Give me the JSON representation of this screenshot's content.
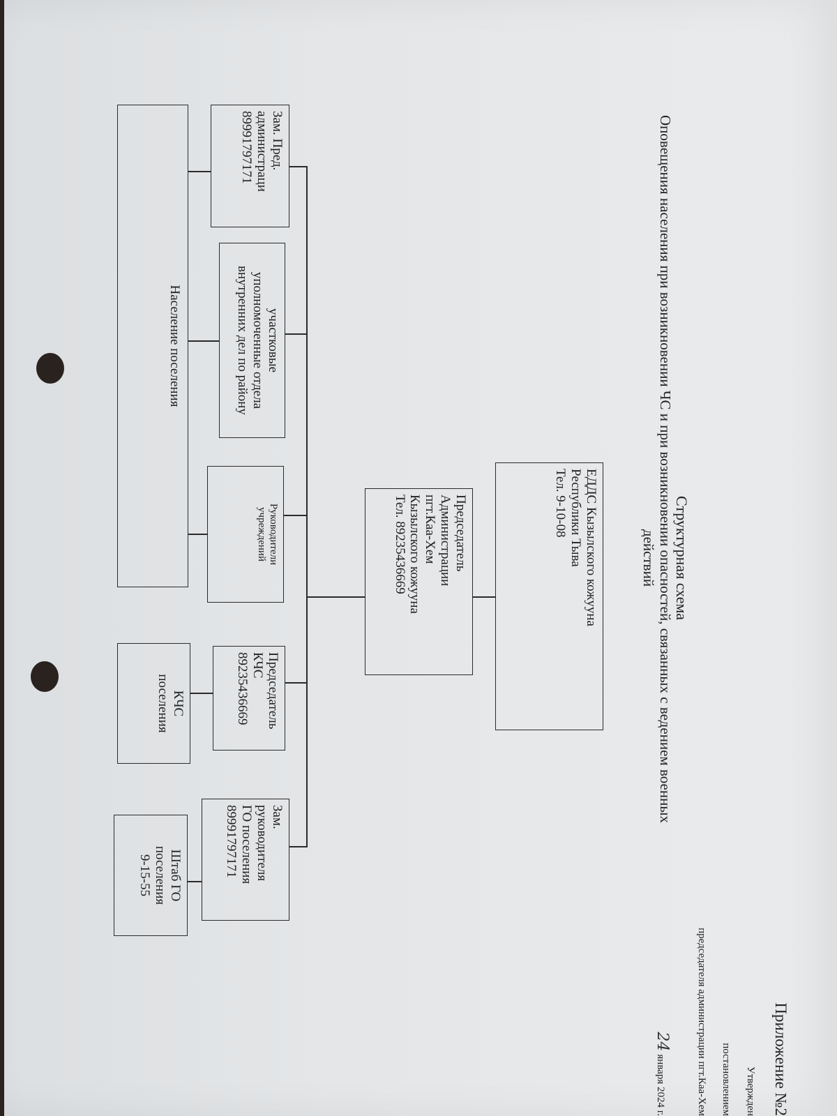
{
  "approval": {
    "appendix": "Приложение №2",
    "approved": "Утвержден",
    "by_decree": "постановлением",
    "of_chairman": "председателя администрации пгт.Каа-Хем",
    "date_day": "24",
    "date_rest": "января 2024 г."
  },
  "heading": {
    "title": "Структурная схема",
    "subtitle_line1": "Оповещения населения при возникновении ЧС и при возникновении опасностей, связанных с ведением военных",
    "subtitle_line2": "действий"
  },
  "boxes": {
    "edds": "ЕДДС Кызылского кожууна\nРеспублики Тыва\nТел. 9-10-08",
    "chairman": "Председатель\nАдминистрации\nпгт.Каа-Хем\nКызылского кожууна\nТел. 89235436669",
    "deputy_admin": "Зам. Пред.\nадминистраци\n89991797171",
    "police": "участковые\nуполномоченные отдела\nвнутренних дел по району",
    "heads": "Руководители\nучреждений",
    "kchs_chairman": "Председатель\nКЧС\n89235436669",
    "deputy_go": "Зам.\nруководителя\nГО поселения\n89991797171",
    "population": "Население поселения",
    "kchs": "КЧС\nпоселения",
    "hq_go": "Штаб ГО\nпоселения\n9-15-55"
  }
}
